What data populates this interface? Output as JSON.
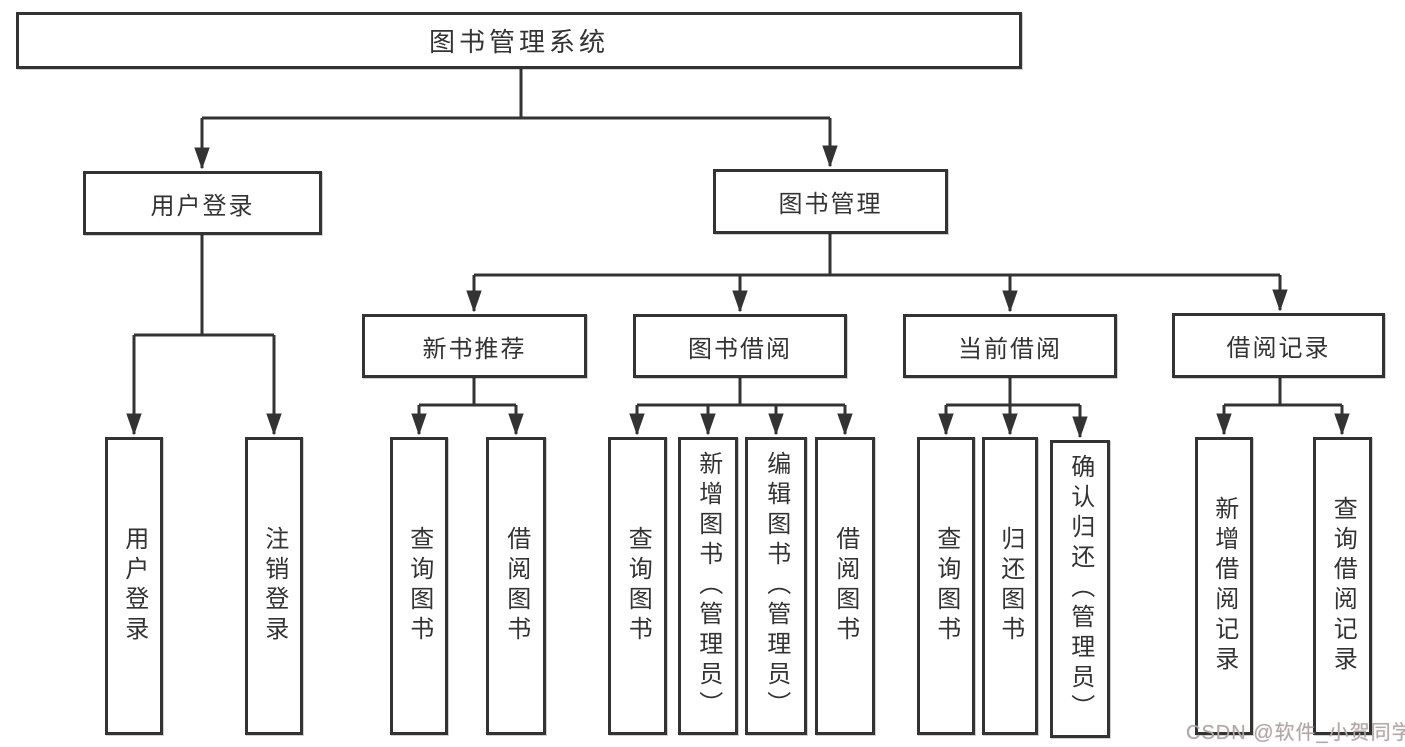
{
  "diagram": {
    "type": "hierarchy-flowchart",
    "colors": {
      "line": "#333333",
      "text": "#333333",
      "box_background": "#ffffff",
      "watermark": "#b3a7a7"
    },
    "tree": {
      "label": "图书管理系统",
      "children": [
        {
          "label": "用户登录",
          "children": [
            {
              "label": "用户登录"
            },
            {
              "label": "注销登录"
            }
          ]
        },
        {
          "label": "图书管理",
          "children": [
            {
              "label": "新书推荐",
              "children": [
                {
                  "label": "查询图书"
                },
                {
                  "label": "借阅图书"
                }
              ]
            },
            {
              "label": "图书借阅",
              "children": [
                {
                  "label": "查询图书"
                },
                {
                  "label": "新增图书（管理员）"
                },
                {
                  "label": "编辑图书（管理员）"
                },
                {
                  "label": "借阅图书"
                }
              ]
            },
            {
              "label": "当前借阅",
              "children": [
                {
                  "label": "查询图书"
                },
                {
                  "label": "归还图书"
                },
                {
                  "label": "确认归还（管理员）"
                }
              ]
            },
            {
              "label": "借阅记录",
              "children": [
                {
                  "label": "新增借阅记录"
                },
                {
                  "label": "查询借阅记录"
                }
              ]
            }
          ]
        }
      ]
    },
    "watermark": {
      "text": "CSDN @软件_小贺同学"
    }
  }
}
